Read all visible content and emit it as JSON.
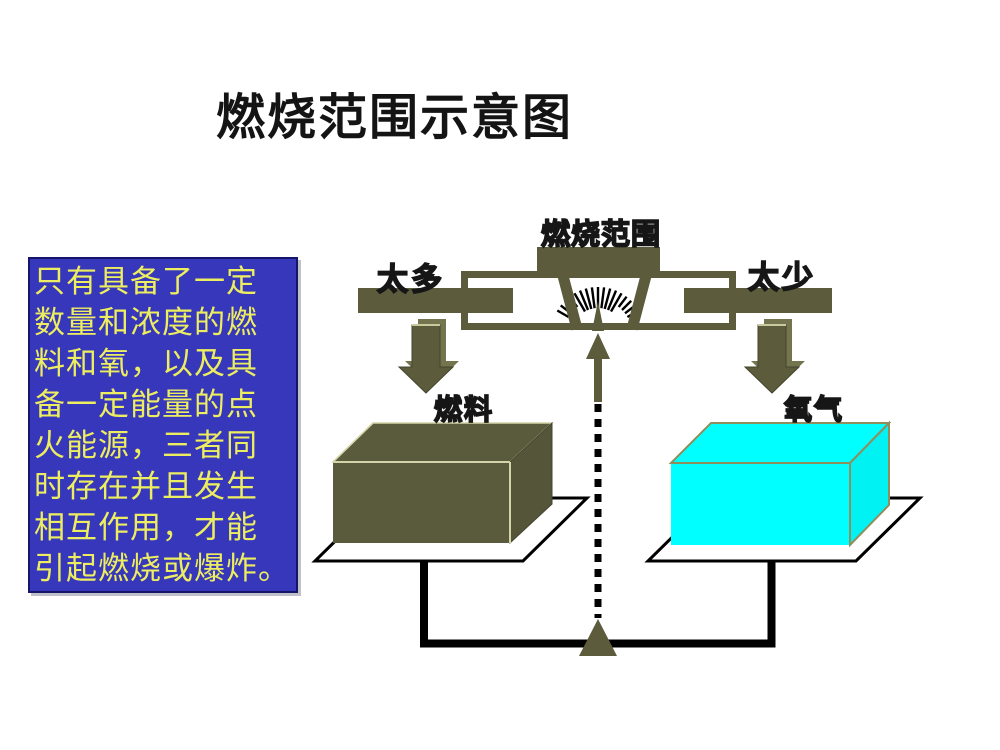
{
  "slide": {
    "title": "燃烧范围示意图"
  },
  "info_box": {
    "background_color": "#3737BB",
    "text_color": "#EDED60",
    "full_text": "只有具备了一定数量和浓度的燃料和氧，以及具备一定能量的点火能源，三者同时存在并且发生相互作用，才能引起燃烧或爆炸。",
    "lines": [
      "只有具备了一定",
      "数量和浓度的燃",
      "料和氧，以及具",
      "备一定能量的点",
      "火能源，三者同",
      "时存在并且发生",
      "相互作用，才能",
      "引起燃烧或爆炸。"
    ]
  },
  "diagram": {
    "scale": {
      "range_label": "燃烧范围",
      "too_much_label": "太多",
      "too_little_label": "太少"
    },
    "fuel": {
      "label": "燃料",
      "box_color": "#5A5A3C"
    },
    "oxygen": {
      "label": "氧气",
      "box_color": "#00FFFF"
    },
    "colors": {
      "olive": "#5C5C3C",
      "olive_light_back": "#74744F",
      "highlight": "#D4D4A8",
      "oxygen_edge": "#8F8F5E",
      "line_black": "#000000"
    },
    "icons": [
      "down-arrow-icon",
      "gauge-needle-icon",
      "balance-fulcrum-icon",
      "dashed-pivot-line"
    ]
  }
}
